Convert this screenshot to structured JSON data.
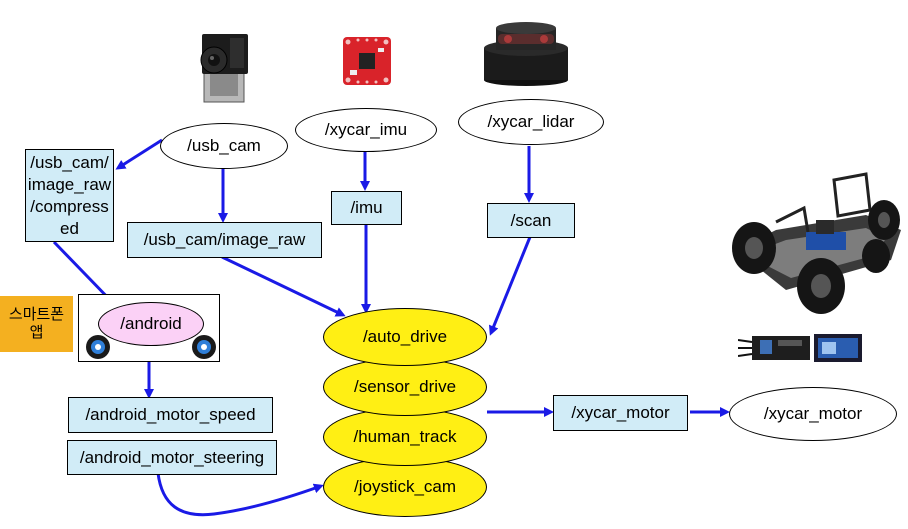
{
  "colors": {
    "arrow": "#1a1ae6",
    "node_yellow": "#ffef14",
    "topic_box": "#d1ecf7",
    "android_node": "#fbd1f6",
    "phone_label": "#f4b020"
  },
  "sensors": {
    "camera_icon": "usb-camera-icon",
    "imu_icon": "imu-board-icon",
    "lidar_icon": "lidar-icon"
  },
  "nodes": {
    "usb_cam": "/usb_cam",
    "xycar_imu": "/xycar_imu",
    "xycar_lidar": "/xycar_lidar",
    "android": "/android",
    "auto_drive": "/auto_drive",
    "sensor_drive": "/sensor_drive",
    "human_track": "/human_track",
    "joystick_cam": "/joystick_cam",
    "xycar_motor": "/xycar_motor"
  },
  "topics": {
    "compressed": "/usb_cam/\nimage_raw\n/compress\ned",
    "image_raw": "/usb_cam/image_raw",
    "imu": "/imu",
    "scan": "/scan",
    "android_motor_speed": "/android_motor_speed",
    "android_motor_steering": "/android_motor_steering",
    "xycar_motor": "/xycar_motor"
  },
  "phone_app_label": "스마트폰\n앱",
  "hardware": {
    "car_icon": "rc-car-chassis-icon",
    "board_icon": "motor-controller-icon"
  }
}
